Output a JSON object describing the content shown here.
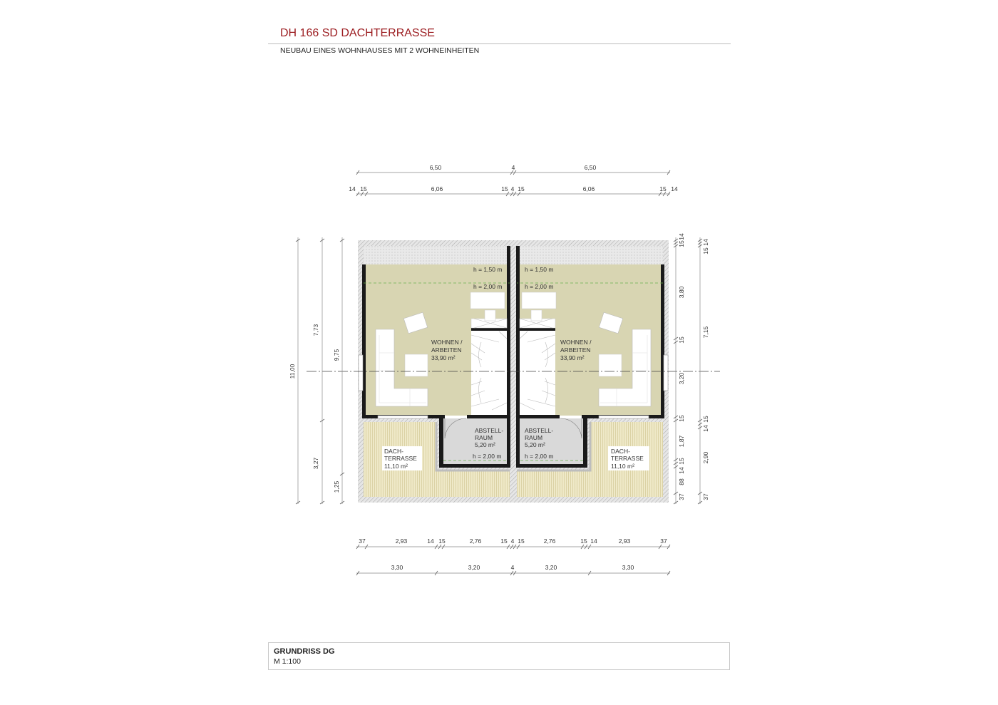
{
  "header": {
    "title": "DH 166 SD DACHTERRASSE",
    "subtitle": "NEUBAU EINES WOHNHAUSES MIT 2 WOHNEINHEITEN"
  },
  "title_block": {
    "name": "GRUNDRISS DG",
    "scale": "M 1:100"
  },
  "rooms": {
    "living_left": {
      "name1": "WOHNEN /",
      "name2": "ARBEITEN",
      "area": "33,90 m²"
    },
    "living_right": {
      "name1": "WOHNEN /",
      "name2": "ARBEITEN",
      "area": "33,90 m²"
    },
    "storage_left": {
      "name1": "ABSTELL-",
      "name2": "RAUM",
      "area": "5,20 m²",
      "height": "h = 2,00 m"
    },
    "storage_right": {
      "name1": "ABSTELL-",
      "name2": "RAUM",
      "area": "5,20 m²",
      "height": "h = 2,00 m"
    },
    "terrace_left": {
      "name1": "DACH-",
      "name2": "TERRASSE",
      "area": "11,10 m²"
    },
    "terrace_right": {
      "name1": "DACH-",
      "name2": "TERRASSE",
      "area": "11,10 m²"
    },
    "height_150": "h = 1,50 m",
    "height_200": "h = 2,00 m"
  },
  "dimensions": {
    "top_outer": [
      "6,50",
      "4",
      "6,50"
    ],
    "top_inner": [
      "14",
      "15",
      "6,06",
      "15",
      "4",
      "15",
      "6,06",
      "15",
      "14"
    ],
    "bottom_inner": [
      "37",
      "2,93",
      "14",
      "15",
      "2,76",
      "15",
      "4",
      "15",
      "2,76",
      "15",
      "14",
      "2,93",
      "37"
    ],
    "bottom_outer": [
      "3,30",
      "3,20",
      "4",
      "3,20",
      "3,30"
    ],
    "left_total": "11,00",
    "left_a": [
      "7,73",
      "3,27"
    ],
    "left_b": [
      "9,75",
      "1,25"
    ],
    "right_inner": [
      "15",
      "14",
      "3,80",
      "15",
      "3,20",
      "15",
      "1,87",
      "15",
      "14",
      "88",
      "37"
    ],
    "right_outer": [
      "15",
      "14",
      "7,15",
      "14",
      "15",
      "2,90",
      "37"
    ]
  },
  "colors": {
    "title": "#9b1b1f",
    "living": "#d8d5b2",
    "terrace": "#ece6c4",
    "storage": "#d9d9d9",
    "wall": "#1a1a1a"
  }
}
